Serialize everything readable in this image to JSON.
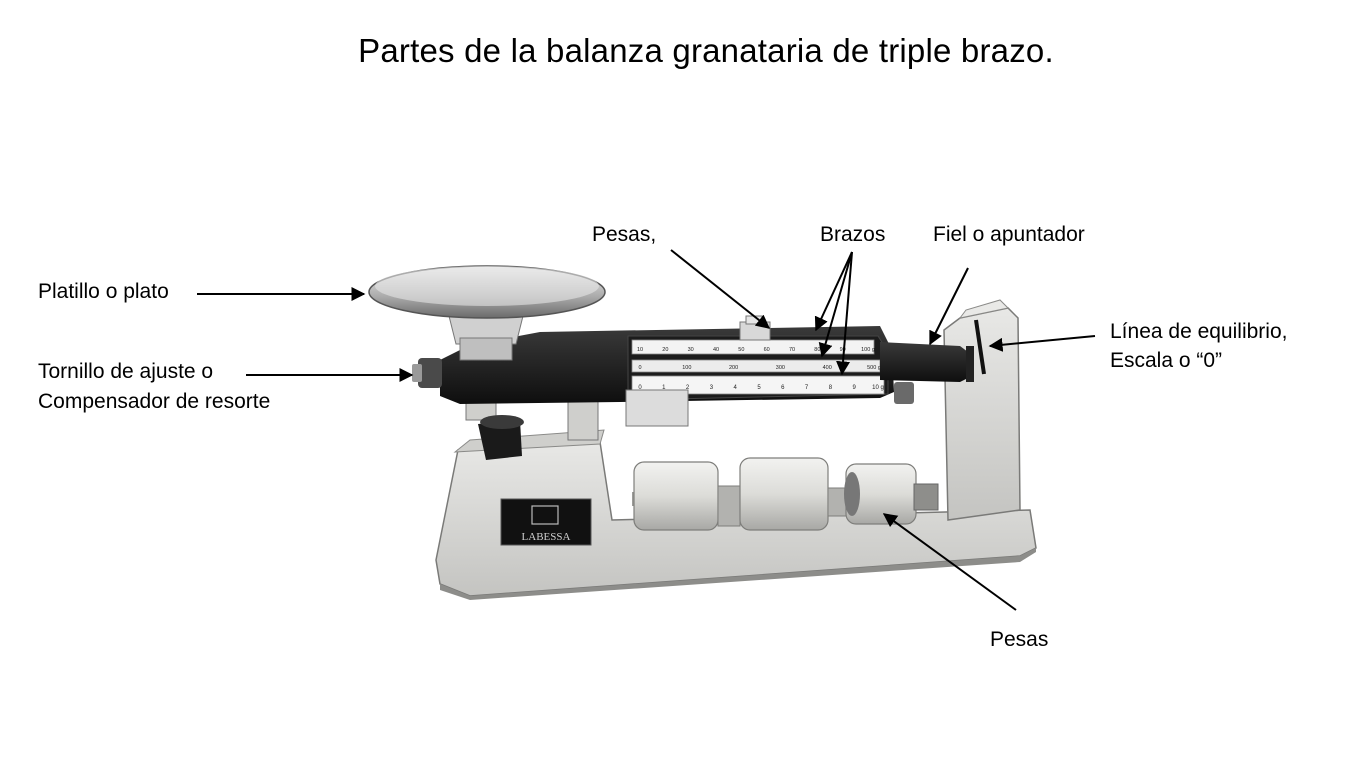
{
  "title": "Partes de la balanza granataria de triple brazo.",
  "labels": {
    "platillo": "Platillo o plato",
    "tornillo_line1": "Tornillo de ajuste o",
    "tornillo_line2": "Compensador de resorte",
    "pesas_top": "Pesas,",
    "brazos": "Brazos",
    "fiel": "Fiel o apuntador",
    "linea_line1": "Línea de equilibrio,",
    "linea_line2": "Escala o “0”",
    "pesas_bottom": "Pesas"
  },
  "nameplate": "LABESSA",
  "beam_scales": {
    "top": [
      "10",
      "20",
      "30",
      "40",
      "50",
      "60",
      "70",
      "80",
      "90",
      "100 g"
    ],
    "middle": [
      "0",
      "100",
      "200",
      "300",
      "400",
      "500 g"
    ],
    "bottom": [
      "0",
      "1",
      "2",
      "3",
      "4",
      "5",
      "6",
      "7",
      "8",
      "9",
      "10 g"
    ]
  },
  "colors": {
    "ink": "#000000",
    "body": "#d9d9d6",
    "dark": "#1e1e1e",
    "metal": "#b9b9b9"
  }
}
